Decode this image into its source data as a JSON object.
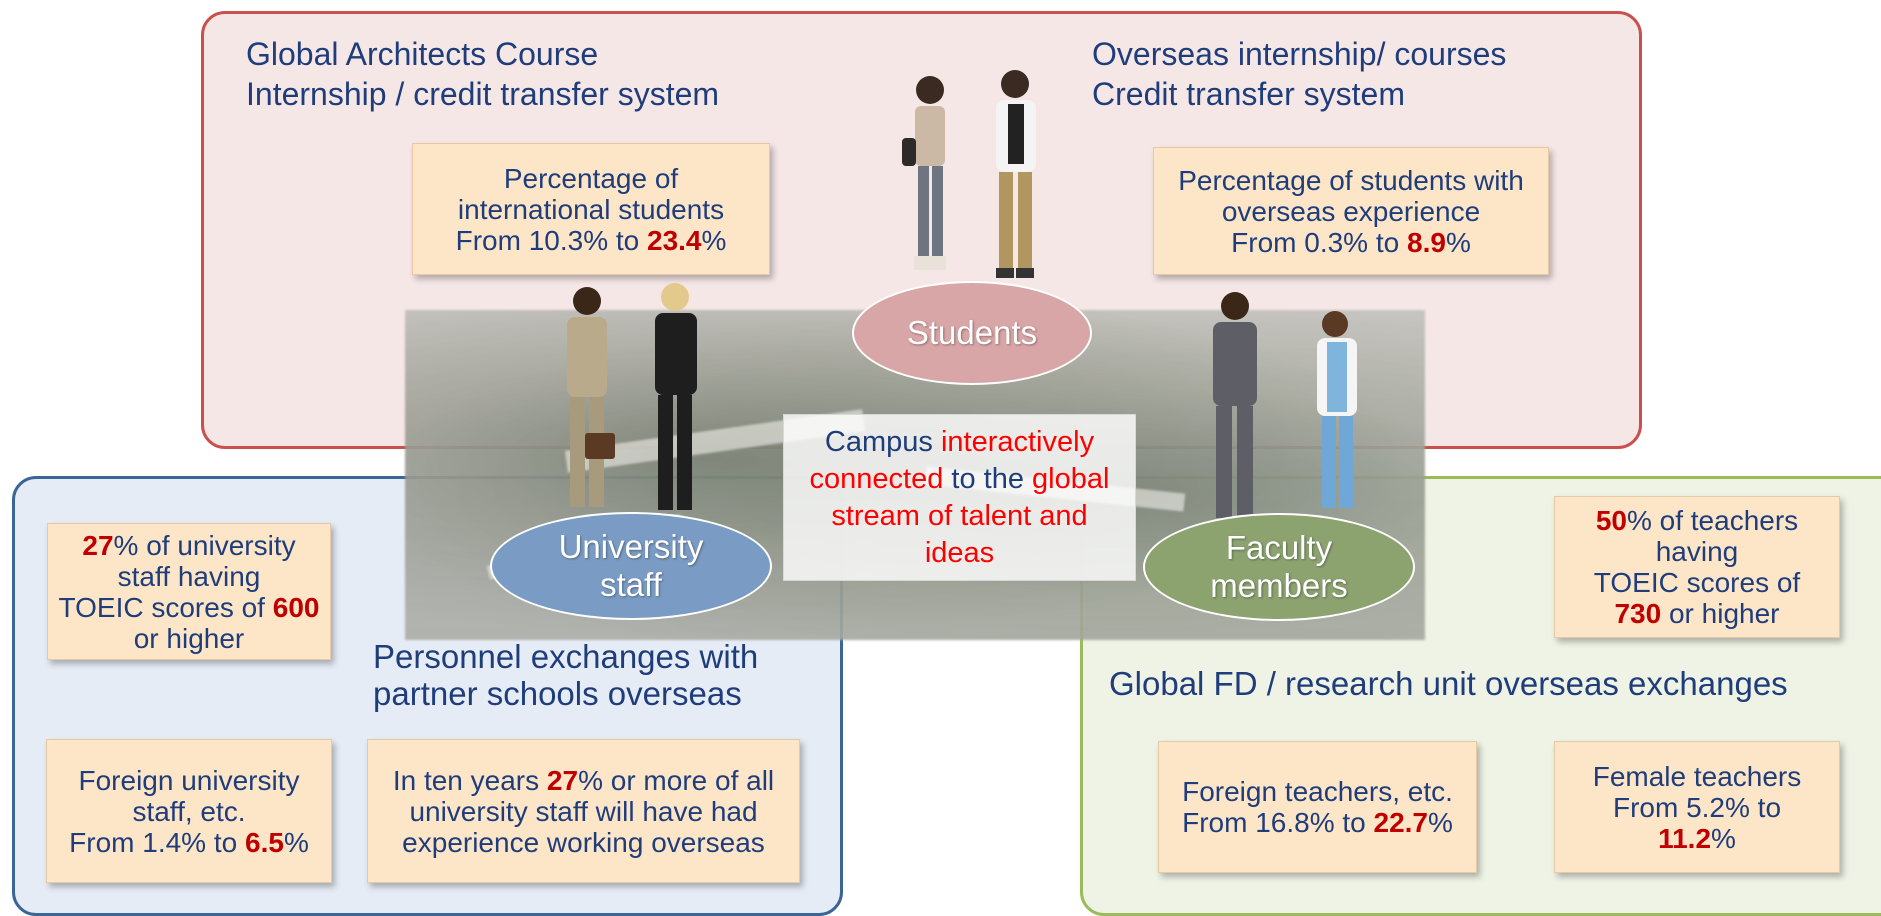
{
  "students_region": {
    "left_heading": [
      "Global Architects Course",
      "Internship / credit transfer system"
    ],
    "right_heading": [
      "Overseas internship/ courses",
      "Credit transfer system"
    ],
    "intl_box": {
      "line1": "Percentage of",
      "line2": "international students",
      "line3_pre": "From 10.3% to ",
      "line3_value": "23.4",
      "line3_post": "%"
    },
    "overseas_box": {
      "line1": "Percentage of students with",
      "line2": "overseas experience",
      "line3_pre": "From 0.3% to ",
      "line3_value": "8.9",
      "line3_post": "%"
    },
    "bubble": "Students"
  },
  "center": {
    "l1_a": "Campus ",
    "l1_b": "interactively",
    "l2_a": "connected",
    "l2_b": " to the ",
    "l2_c": "global",
    "l3": "stream of talent and",
    "l4": "ideas"
  },
  "staff_region": {
    "bubble": [
      "University",
      "staff"
    ],
    "heading": [
      "Personnel exchanges with",
      "partner schools overseas"
    ],
    "toeic_box": {
      "l1_value": "27",
      "l1_post": "% of university",
      "l2": "staff having",
      "l3_pre": "TOEIC scores of ",
      "l3_value": "600",
      "l4": "or higher"
    },
    "foreign_box": {
      "l1": "Foreign university",
      "l2": "staff, etc.",
      "l3_pre": "From 1.4% to ",
      "l3_value": "6.5",
      "l3_post": "%"
    },
    "overseas_box": {
      "l1_pre": "In ten years ",
      "l1_value": "27",
      "l1_post": "% or more of all",
      "l2": "university staff will have had",
      "l3": "experience working overseas"
    }
  },
  "faculty_region": {
    "bubble": [
      "Faculty",
      "members"
    ],
    "heading": "Global FD / research unit overseas exchanges",
    "toeic_box": {
      "l1_value": "50",
      "l1_post": "% of teachers",
      "l2": "having",
      "l3": "TOEIC scores of",
      "l4_value": "730",
      "l4_post": " or higher"
    },
    "foreign_box": {
      "l1": "Foreign teachers, etc.",
      "l2_pre": "From 16.8% to ",
      "l2_value": "22.7",
      "l2_post": "%"
    },
    "female_box": {
      "l1": "Female teachers",
      "l2": "From 5.2% to",
      "l3_value": "11.2",
      "l3_post": "%"
    }
  },
  "colors": {
    "students_border": "#c9504d",
    "staff_border": "#3b6597",
    "faculty_border": "#9bbb59",
    "highlight": "#c00000",
    "text": "#1f3d7a"
  }
}
